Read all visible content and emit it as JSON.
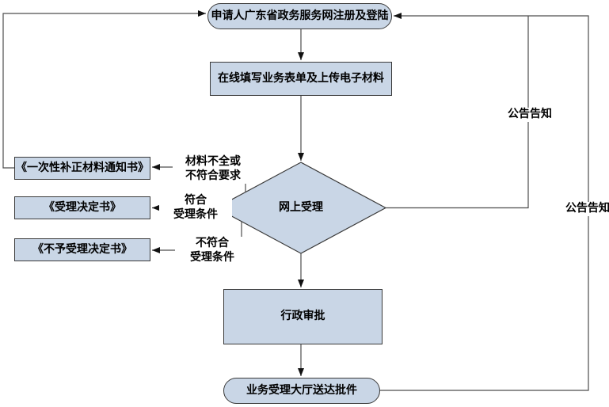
{
  "flowchart": {
    "nodes": {
      "start": {
        "label": "申请人广东省政务服务网注册及登陆",
        "type": "terminator"
      },
      "form": {
        "label": "在线填写业务表单及上传电子材料",
        "type": "process"
      },
      "decision": {
        "label": "网上受理",
        "type": "decision"
      },
      "notice": {
        "label": "《一次性补正材料通知书》",
        "type": "process"
      },
      "accept": {
        "label": "《受理决定书》",
        "type": "process"
      },
      "reject": {
        "label": "《不予受理决定书》",
        "type": "process"
      },
      "approval": {
        "label": "行政审批",
        "type": "process"
      },
      "end": {
        "label": "业务受理大厅送达批件",
        "type": "terminator"
      }
    },
    "edge_labels": {
      "incomplete": {
        "lines": [
          "材料不全或",
          "不符合要求"
        ]
      },
      "meets": {
        "lines": [
          "符合",
          "受理条件"
        ]
      },
      "not_meets": {
        "lines": [
          "不符合",
          "受理条件"
        ]
      },
      "announce_inner": {
        "label": "公告告知"
      },
      "announce_outer": {
        "label": "公告告知"
      }
    },
    "colors": {
      "background": "#ffffff",
      "node_fill": "#c9d6e6",
      "node_border": "#3a3a3a",
      "line": "#4d4d4d",
      "arrow": "#111111",
      "text": "#000000"
    }
  }
}
